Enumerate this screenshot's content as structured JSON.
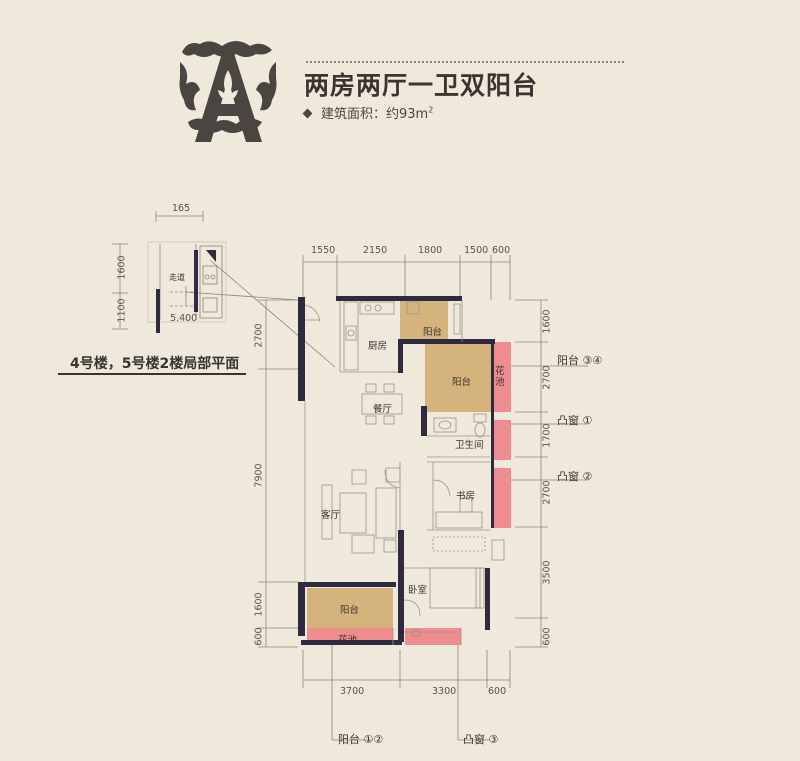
{
  "logo": {
    "letter": "A"
  },
  "header": {
    "title": "两房两厅一卫双阳台",
    "area_label": "建筑面积：约93m",
    "area_sup": "2"
  },
  "partial_plan": {
    "caption": "4号楼，5号楼2楼局部平面",
    "dim_top": "165",
    "dim_left_upper": "1600",
    "dim_left_lower": "1100",
    "corridor_label": "走道",
    "level_label": "5.400"
  },
  "plan": {
    "top_dims": [
      "1550",
      "2150",
      "1800",
      "1500",
      "600"
    ],
    "bottom_dims": [
      "3700",
      "3300",
      "600"
    ],
    "left_dims": [
      "2700",
      "7900",
      "1600",
      "600"
    ],
    "right_dims": [
      "1600",
      "2700",
      "1700",
      "2700",
      "3500",
      "600"
    ],
    "rooms": {
      "kitchen": "厨房",
      "balcony_small": "阳台",
      "balcony_mid": "阳台",
      "flower_bed_right": "花池",
      "dining": "餐厅",
      "bathroom": "卫生间",
      "study": "书房",
      "living": "客厅",
      "bedroom": "卧室",
      "balcony_bottom": "阳台",
      "flower_bed_bottom": "花池"
    }
  },
  "legends": {
    "balcony_34": "阳台 ③④",
    "bay_window_1": "凸窗 ①",
    "bay_window_2": "凸窗 ②",
    "balcony_12": "阳台 ①②",
    "bay_window_3": "凸窗 ③"
  },
  "colors": {
    "background": "#efe9dc",
    "wall": "#2e2a3f",
    "balcony": "#d4b47c",
    "flower_bed": "#ee8c8e"
  }
}
